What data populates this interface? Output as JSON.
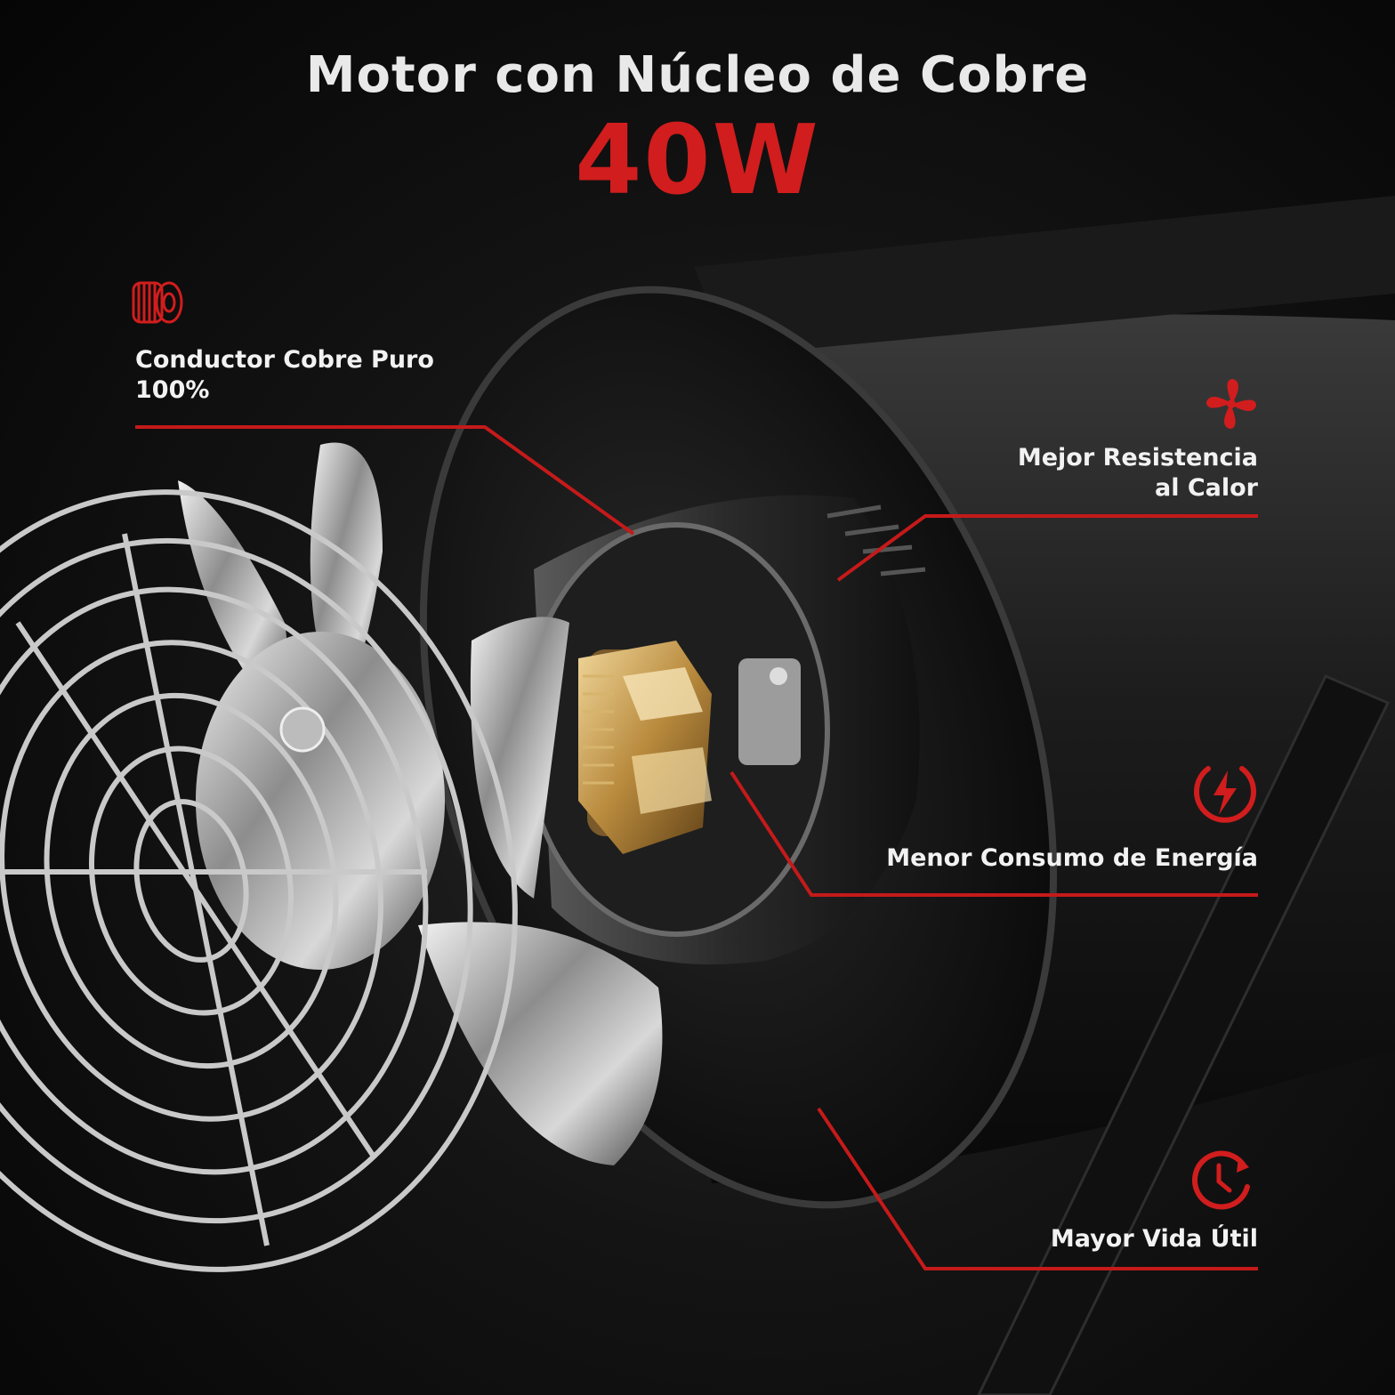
{
  "title": "Motor con Núcleo de Cobre",
  "power": "40W",
  "accent_color": "#d11d1d",
  "features": [
    {
      "icon": "copper-coil-icon",
      "line1": "Conductor Cobre Puro",
      "line2": "100%"
    },
    {
      "icon": "fan-icon",
      "line1": "Mejor Resistencia",
      "line2": "al Calor"
    },
    {
      "icon": "lightning-power-icon",
      "line1": "Menor Consumo de Energía"
    },
    {
      "icon": "clock-refresh-icon",
      "line1": "Mayor Vida Útil"
    }
  ]
}
